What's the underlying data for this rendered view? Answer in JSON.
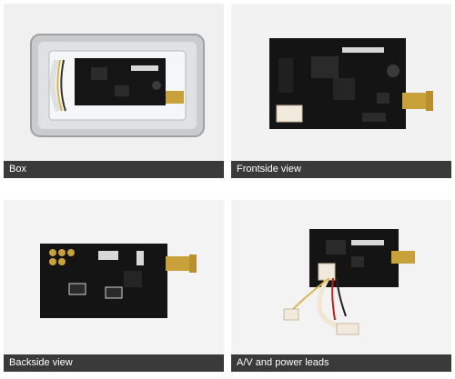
{
  "colors": {
    "caption_bar": "#3a3a3a",
    "caption_text": "#ffffff",
    "photo_background": "#f1f1f1",
    "pcb": "#141414",
    "gold": "#c9a13a"
  },
  "tiles": [
    {
      "caption": "Box"
    },
    {
      "caption": "Frontside view"
    },
    {
      "caption": "Backside view"
    },
    {
      "caption": "A/V and power leads"
    }
  ]
}
